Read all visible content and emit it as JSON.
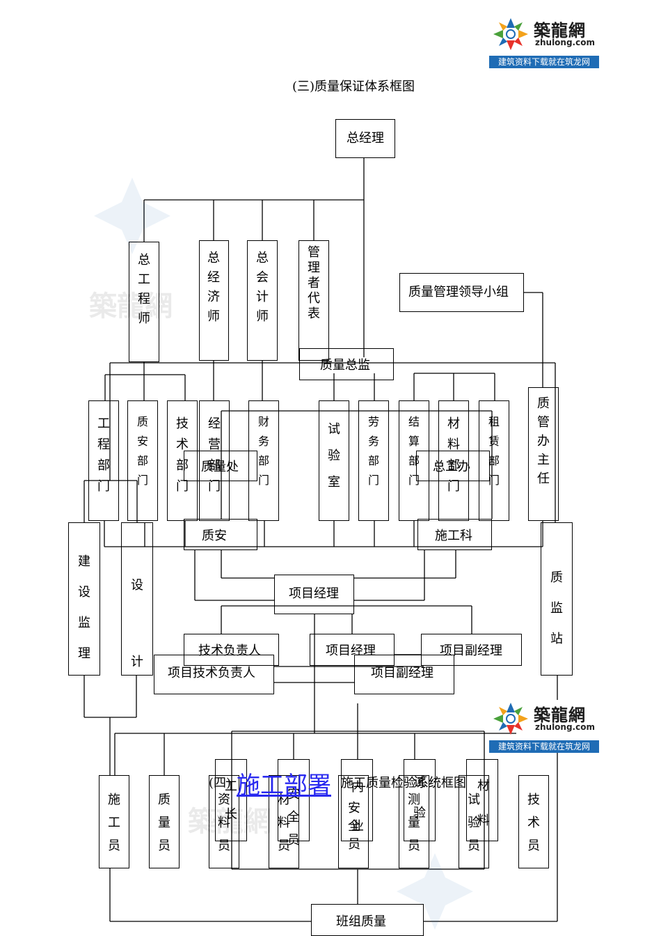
{
  "logo": {
    "name": "築龍網",
    "domain": "zhulong.com",
    "tagline": "建筑资料下载就在筑龙网",
    "colors": [
      "#1f6cb5",
      "#e7322a",
      "#f3a21b",
      "#4aa13b"
    ]
  },
  "watermark": {
    "text": "築龍網"
  },
  "section3": {
    "title": "(三)质量保证体系框图",
    "nodes": {
      "general_manager": "总经理",
      "chief_engineer": "总工程师",
      "chief_economist": "总经济师",
      "chief_accountant": "总会计师",
      "mgmt_rep": "管理者代表",
      "quality_group": "质量管理领导小组",
      "quality_director": "质量总监",
      "engineering_dept": "工程部门",
      "quality_safety_dept": "质安部门",
      "technical_dept": "技术部门",
      "operations_dept": "经营部门",
      "finance_dept": "财务部门",
      "lab": "试验室",
      "labor_dept": "劳务部门",
      "settlement_dept": "结算部门",
      "materials_dept": "材料部门",
      "leasing_dept": "租赁部门",
      "qc_director": "质管办主任",
      "quality_office": "质量处",
      "general_office": "总工办",
      "quality_safety_section": "质安",
      "construction_section": "施工科",
      "supervision": "建设监理",
      "design": "设计",
      "quality_station": "质监站",
      "project_manager": "项目经理",
      "tech_lead": "技术负责人",
      "project_manager_2": "项目经理",
      "deputy_pm": "项目副经理",
      "project_tech_lead": "项目技术负责人",
      "deputy_pm_2": "项目副经理",
      "builder": "施工员",
      "quality_inspector": "质量员",
      "data_clerk": "资料员",
      "foreman": "工长",
      "materials_clerk": "材料员",
      "safety_inspector": "安全员",
      "internal_industry": "内业",
      "surveyor": "测量员",
      "test": "试验",
      "tester": "试验员",
      "materials": "材料",
      "technician": "技术员",
      "team_quality": "班组质量"
    }
  },
  "section4": {
    "link_text": "施工部署",
    "title_prefix": "(四)",
    "title": "施工质量检验系统框图"
  }
}
